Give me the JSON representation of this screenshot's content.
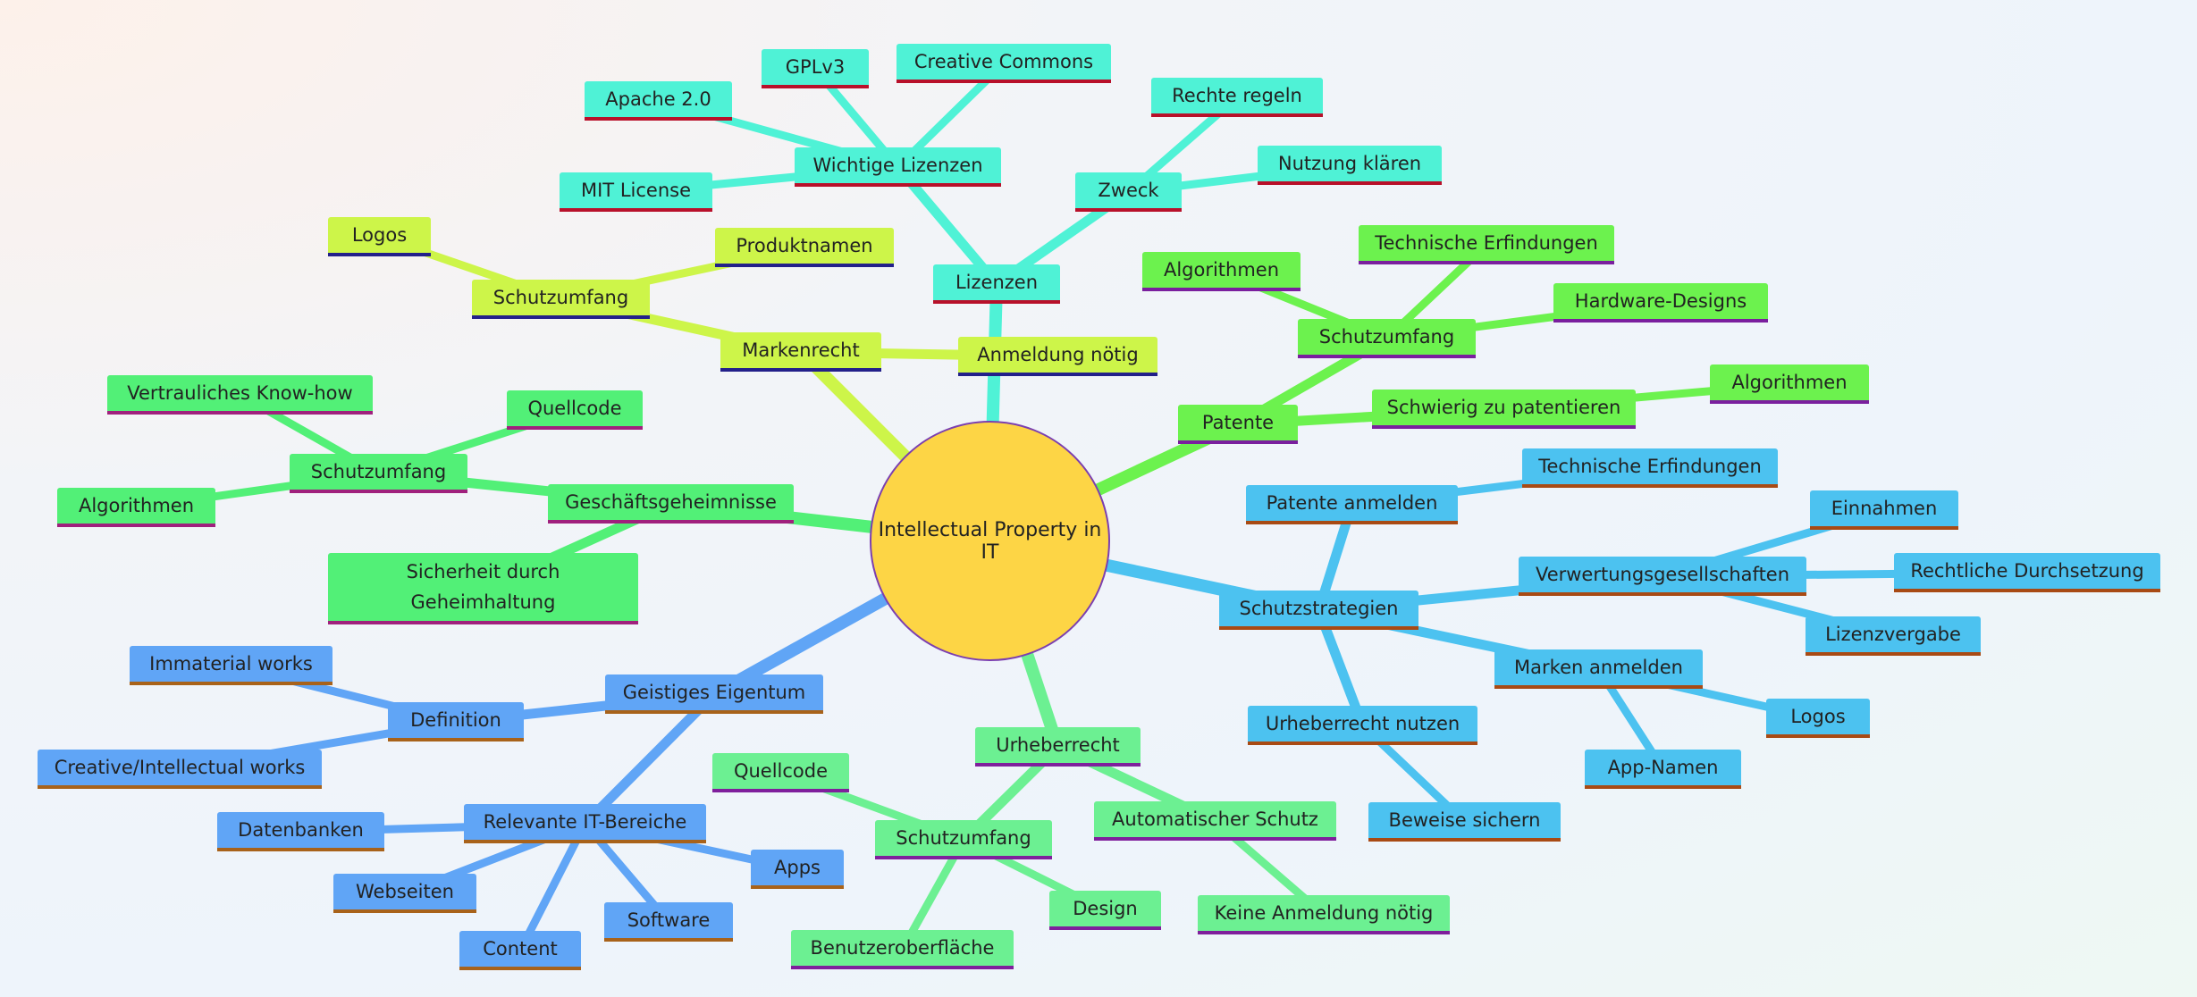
{
  "root": {
    "label": "Intellectual Property in IT",
    "color": "#fdd545",
    "border": "#7b3fb0"
  },
  "branches": {
    "lizenzen": {
      "fill": "#4ff2d6",
      "line": "#4ff2d6",
      "under": "#b8102a"
    },
    "marken": {
      "fill": "#cdf549",
      "line": "#cdf549",
      "under": "#23208a"
    },
    "patente": {
      "fill": "#6cf24e",
      "line": "#6cf24e",
      "under": "#7a1f9e"
    },
    "gesch": {
      "fill": "#52f077",
      "line": "#52f077",
      "under": "#a0207d"
    },
    "schutz": {
      "fill": "#4cc2f0",
      "line": "#4cc2f0",
      "under": "#a84a14"
    },
    "geistig": {
      "fill": "#60a5f6",
      "line": "#60a5f6",
      "under": "#a8621a"
    },
    "urheber": {
      "fill": "#6cf092",
      "line": "#6cf092",
      "under": "#7f1f9c"
    }
  },
  "nodes": {
    "lizenzen": "Lizenzen",
    "wichtige_lizenzen": "Wichtige Lizenzen",
    "gplv3": "GPLv3",
    "creative_commons": "Creative Commons",
    "apache": "Apache 2.0",
    "mit": "MIT License",
    "zweck": "Zweck",
    "rechte_regeln": "Rechte regeln",
    "nutzung_klaeren": "Nutzung klären",
    "markenrecht": "Markenrecht",
    "anmeldung_noetig": "Anmeldung nötig",
    "marken_schutzumfang": "Schutzumfang",
    "logos_marken": "Logos",
    "produktnamen": "Produktnamen",
    "patente": "Patente",
    "patente_schutzumfang": "Schutzumfang",
    "algorithmen_patente": "Algorithmen",
    "technische_erfindungen_pat": "Technische Erfindungen",
    "hardware_designs": "Hardware-Designs",
    "schwierig": "Schwierig zu patentieren",
    "algorithmen_schwierig": "Algorithmen",
    "geschaeftsgeheimnisse": "Geschäftsgeheimnisse",
    "gesch_schutzumfang": "Schutzumfang",
    "vertrauliches": "Vertrauliches Know-how",
    "quellcode_gesch": "Quellcode",
    "algorithmen_gesch": "Algorithmen",
    "sicherheit": "Sicherheit durch Geheimhaltung",
    "schutzstrategien": "Schutzstrategien",
    "patente_anmelden": "Patente anmelden",
    "technische_erfindungen_ss": "Technische Erfindungen",
    "verwertung": "Verwertungsgesellschaften",
    "einnahmen": "Einnahmen",
    "rechtliche": "Rechtliche Durchsetzung",
    "lizenzvergabe": "Lizenzvergabe",
    "marken_anmelden": "Marken anmelden",
    "logos_ss": "Logos",
    "app_namen": "App-Namen",
    "urheberrecht_nutzen": "Urheberrecht nutzen",
    "beweise": "Beweise sichern",
    "geistiges_eigentum": "Geistiges Eigentum",
    "definition": "Definition",
    "immaterial": "Immaterial works",
    "creative_intellectual": "Creative/Intellectual works",
    "relevante": "Relevante IT-Bereiche",
    "datenbanken": "Datenbanken",
    "webseiten": "Webseiten",
    "content": "Content",
    "software": "Software",
    "apps": "Apps",
    "urheberrecht": "Urheberrecht",
    "urh_schutzumfang": "Schutzumfang",
    "quellcode_urh": "Quellcode",
    "design": "Design",
    "benutzeroberflaeche": "Benutzeroberfläche",
    "automatischer": "Automatischer Schutz",
    "keine_anmeldung": "Keine Anmeldung nötig"
  }
}
